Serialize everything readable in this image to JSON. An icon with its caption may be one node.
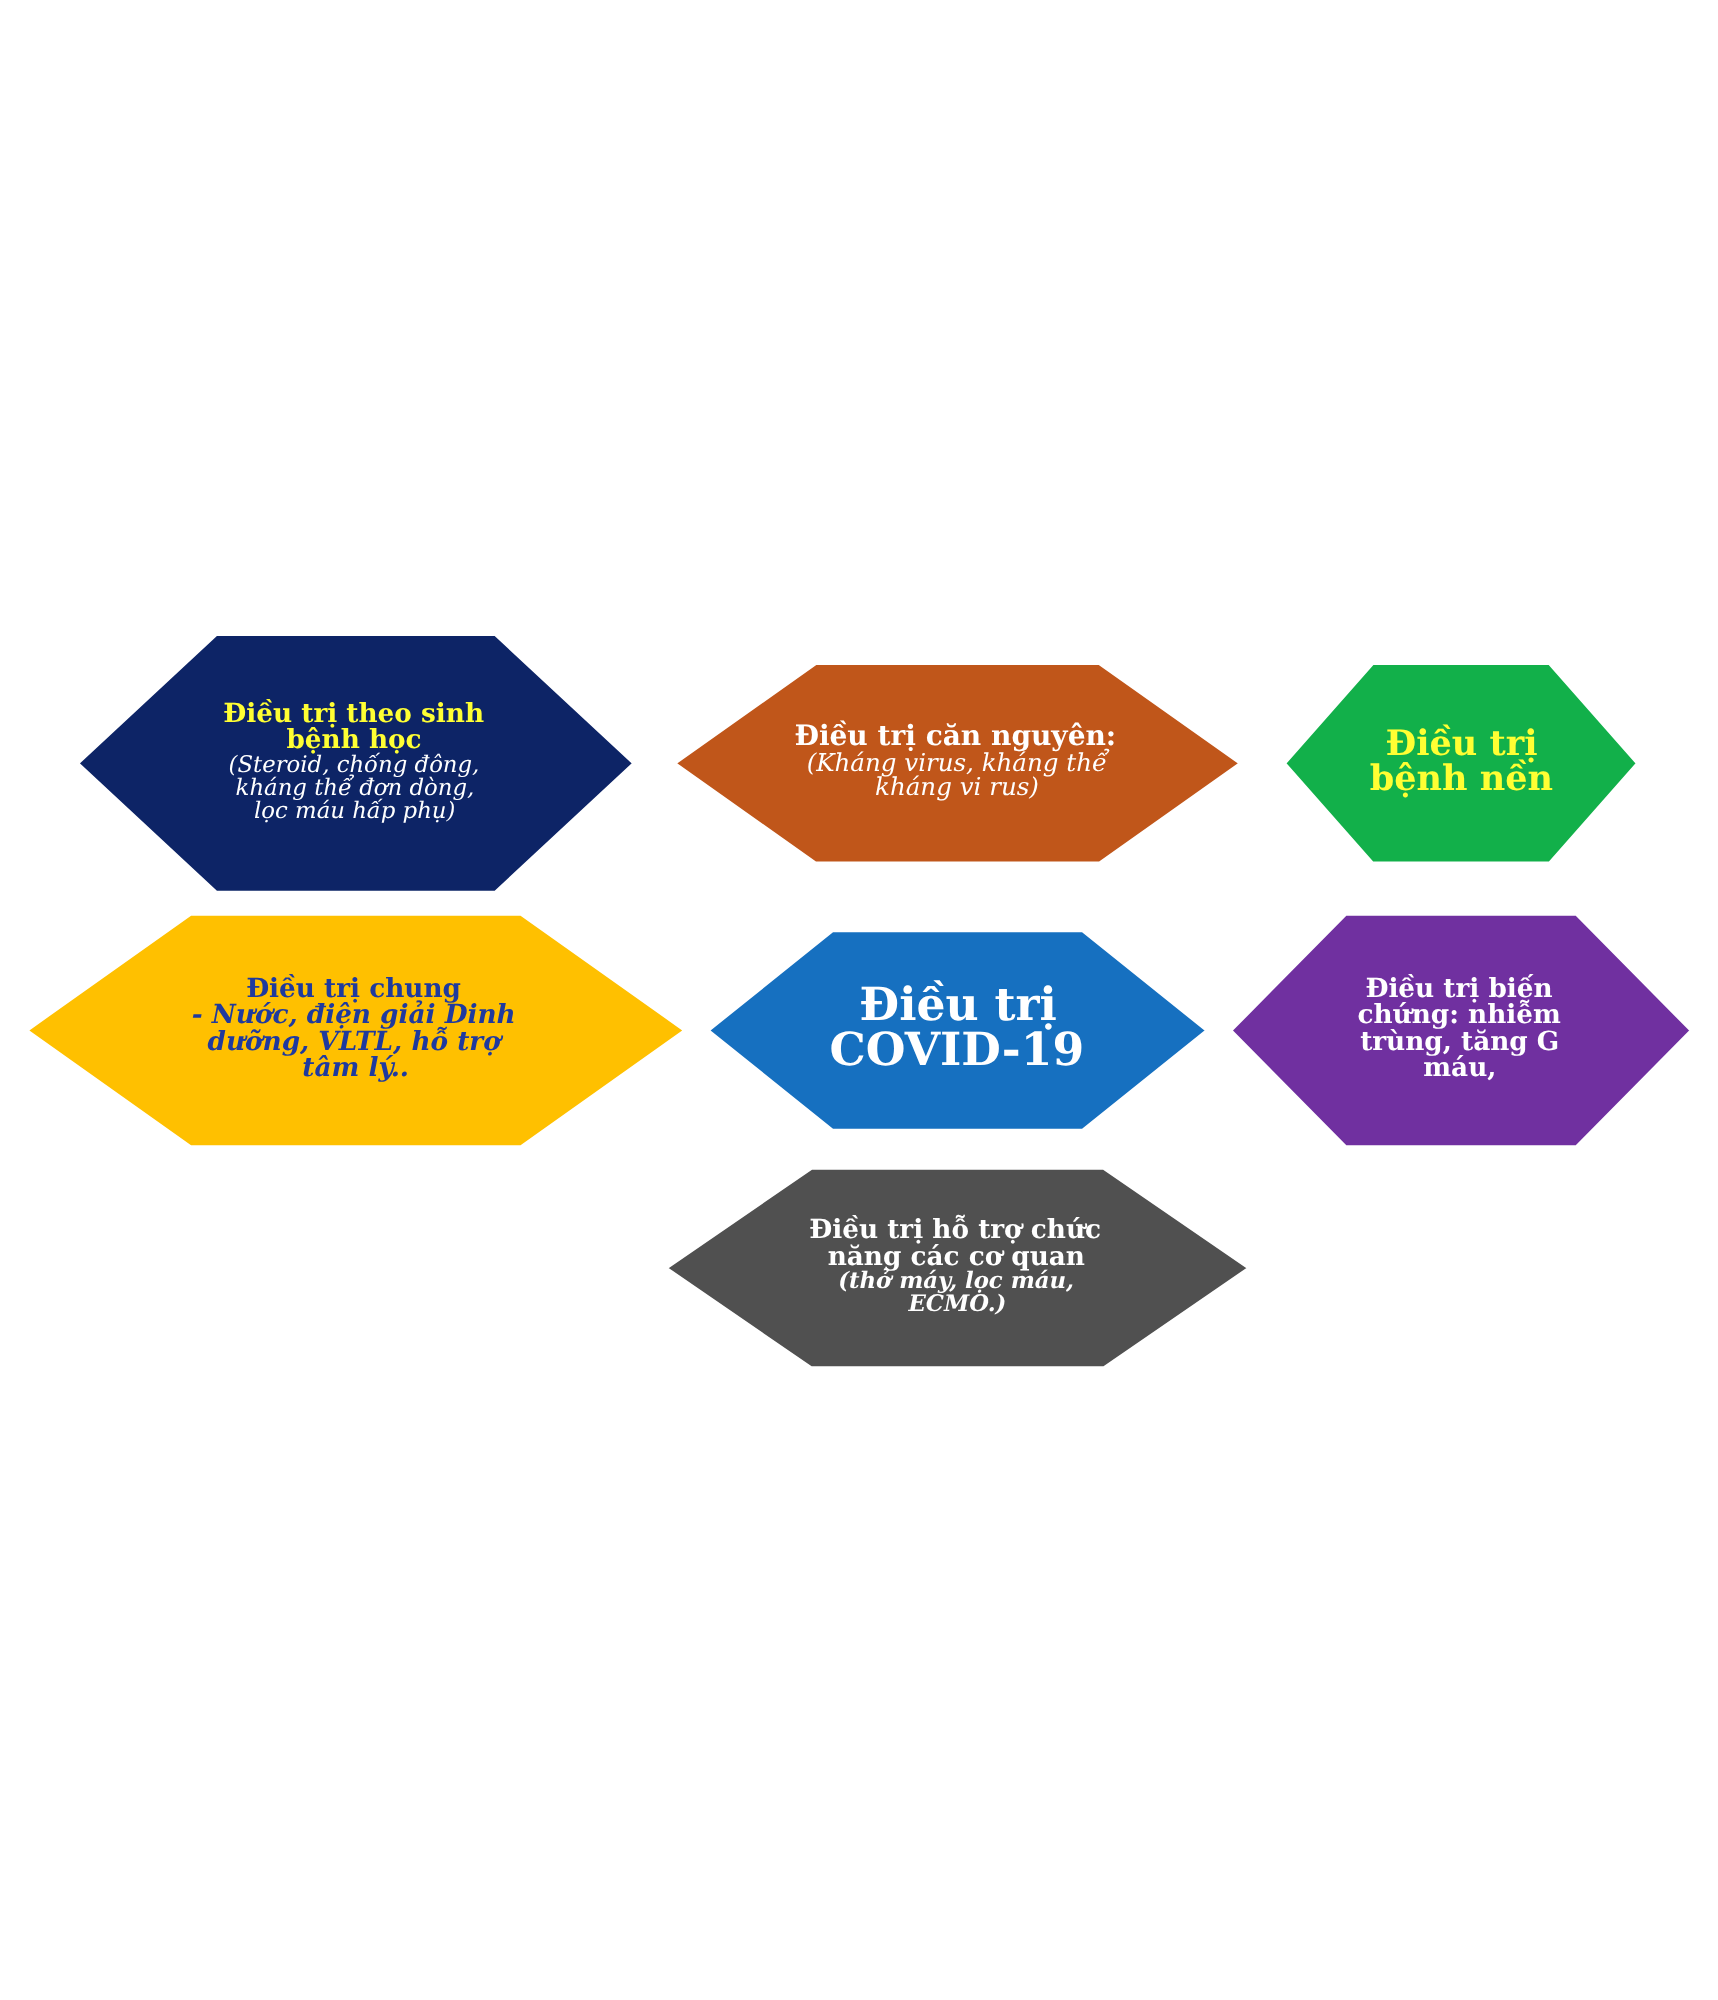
{
  "diagram": {
    "nodes": [
      {
        "text": [
          "Điều trị căn nguyên:",
          "(Kháng virus, kháng thể kháng vi rus)"
        ]
      },
      {
        "text": [
          "Điều trị theo sinh bệnh học",
          "(Steroid, chống đông, kháng thể đơn dòng, lọc máu hấp phụ)"
        ]
      },
      {
        "text": [
          "Điều trị bệnh nền"
        ]
      },
      {
        "text": [
          "Điều trị COVID-19"
        ]
      },
      {
        "text": [
          "Điều trị chung",
          "- Nước, điện giải Dinh dưỡng, VLTL, hỗ trợ tâm lý.."
        ]
      },
      {
        "text": [
          "Điều trị biến chứng: nhiễm trùng, tăng G máu,"
        ]
      },
      {
        "text": [
          "Điều trị hỗ trợ chức năng các cơ quan",
          "(thở máy, lọc máu, ECMO.)"
        ]
      }
    ]
  }
}
